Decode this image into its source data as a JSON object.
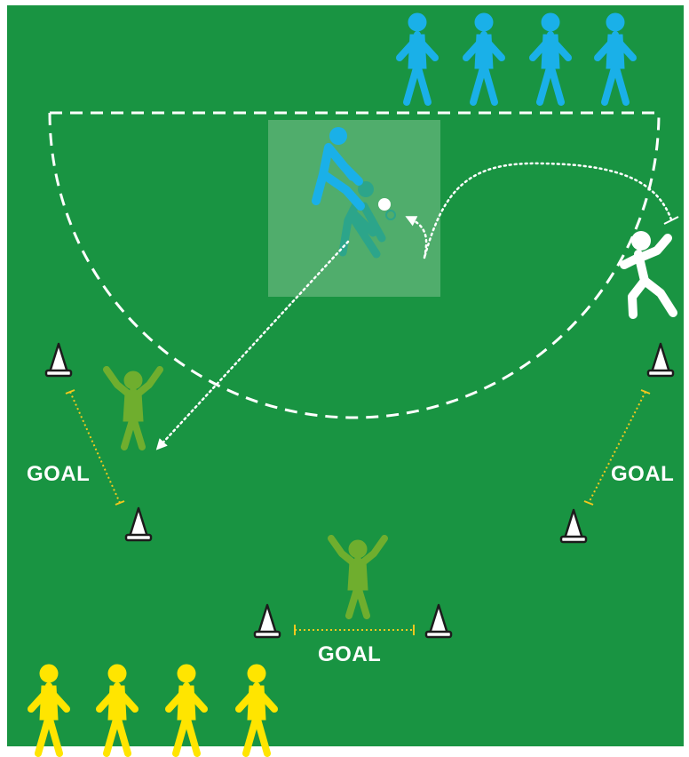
{
  "colors": {
    "field": "#199442",
    "blue_team": "#1AB0E8",
    "blue_team_dark": "#1196C9",
    "yellow_team": "#FFE500",
    "keeper": "#6FAE2E",
    "bowler": "#FFFFFF",
    "goal_line": "#F2C81E",
    "batting_box": "#5BB273",
    "batter_shadow": "#2CA58A",
    "cone": "#FFFFFF",
    "cone_outline": "#1C1C1C"
  },
  "labels": {
    "goal_left": "GOAL",
    "goal_right": "GOAL",
    "goal_bottom": "GOAL"
  },
  "icons": {
    "player": "person-icon",
    "keeper": "arms-raised-person-icon",
    "bowler": "running-person-icon",
    "batter": "batter-icon",
    "ball": "ball-icon",
    "cone": "cone-icon"
  },
  "teams": {
    "blue_count": 4,
    "yellow_count": 4,
    "goalkeepers": 2,
    "cones": 6
  }
}
